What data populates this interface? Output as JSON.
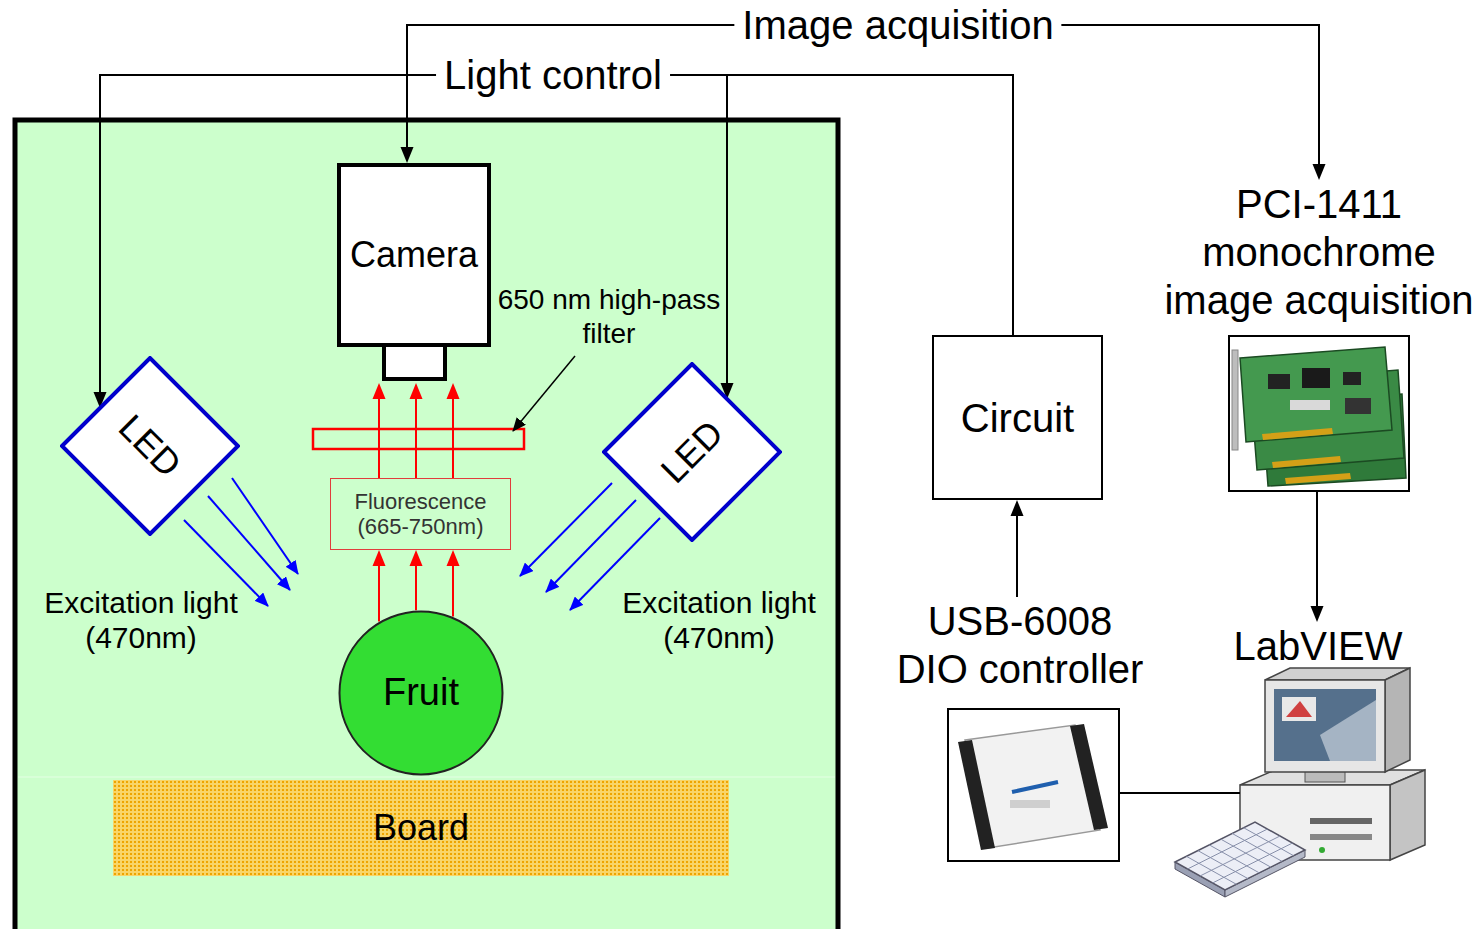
{
  "diagram": {
    "nodes": [
      {
        "text": [
          "Camera"
        ]
      },
      {
        "text": [
          "LED"
        ]
      },
      {
        "text": [
          "Fluorescence (665-750nm)"
        ]
      },
      {
        "text": [
          "LED"
        ]
      },
      {
        "text": [
          "Fruit"
        ]
      },
      {
        "text": [
          "Board"
        ]
      },
      {
        "text": [
          "PCI-1411 monochrome image acquisition"
        ]
      },
      {
        "text": [
          "Circuit"
        ]
      },
      {
        "text": [
          "USB-6008 DIO controller"
        ]
      },
      {
        "text": [
          "LabVIEW"
        ]
      }
    ],
    "edges": [
      {
        "from": 0,
        "to": 6,
        "arrow": "both",
        "label": "Image acquisition"
      },
      {
        "from": 7,
        "to": 1,
        "arrow": "to",
        "label": "Light control"
      },
      {
        "from": 7,
        "to": 3,
        "arrow": "to"
      },
      {
        "from": 8,
        "to": 7,
        "arrow": "to"
      },
      {
        "from": 6,
        "to": 9,
        "arrow": "to"
      },
      {
        "from": 8,
        "to": 9,
        "arrow": "none"
      },
      {
        "from": 4,
        "to": 2,
        "arrow": "to"
      },
      {
        "from": 2,
        "to": 0,
        "arrow": "to"
      }
    ],
    "labels": [
      "650 nm high-pass filter",
      "Excitation light (470nm)",
      "Excitation light (470nm)"
    ]
  }
}
